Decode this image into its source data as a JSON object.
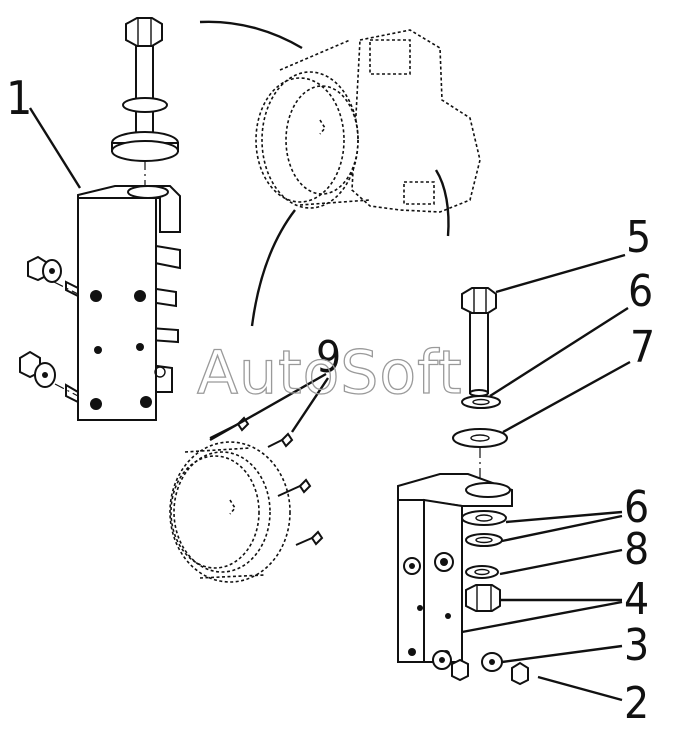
{
  "callouts": {
    "c1": "1",
    "c2": "2",
    "c3": "3",
    "c4": "4",
    "c5": "5",
    "c6a": "6",
    "c6b": "6",
    "c7": "7",
    "c8": "8",
    "c9": "9"
  },
  "watermark": "AutoSoft"
}
